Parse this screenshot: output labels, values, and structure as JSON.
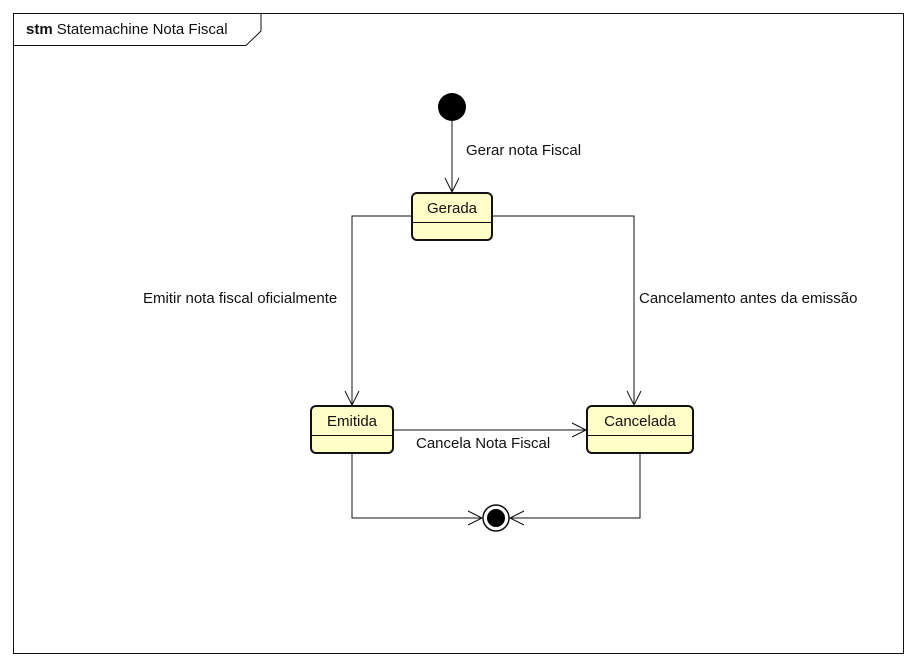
{
  "frame": {
    "keyword": "stm",
    "title": "Statemachine Nota Fiscal"
  },
  "states": {
    "gerada": "Gerada",
    "emitida": "Emitida",
    "cancelada": "Cancelada"
  },
  "transitions": {
    "initial_to_gerada": "Gerar nota Fiscal",
    "gerada_to_emitida": "Emitir nota fiscal oficialmente",
    "gerada_to_cancelada": "Cancelamento antes da emissão",
    "emitida_to_cancelada": "Cancela Nota Fiscal"
  },
  "colors": {
    "state_fill": "#fefec8",
    "line": "#111111"
  }
}
